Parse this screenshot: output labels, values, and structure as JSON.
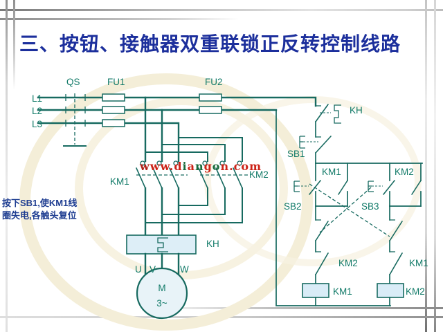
{
  "title": "三、按钮、接触器双重联锁正反转控制线路",
  "annotation": {
    "line1": "按下SB1,使KM1线",
    "line2": "圈失电,各触头复位"
  },
  "watermark": {
    "text": "www.diangon.com",
    "letters": [
      {
        "ch": "w",
        "color": "#b02018"
      },
      {
        "ch": "w",
        "color": "#cc2216"
      },
      {
        "ch": "w",
        "color": "#cc2216"
      },
      {
        "ch": ".",
        "color": "#cc2216"
      },
      {
        "ch": "d",
        "color": "#cc2216"
      },
      {
        "ch": "i",
        "color": "#1a6a3a"
      },
      {
        "ch": "a",
        "color": "#cc2216"
      },
      {
        "ch": "n",
        "color": "#1a6a3a"
      },
      {
        "ch": "g",
        "color": "#cc2216"
      },
      {
        "ch": "o",
        "color": "#1a6a3a"
      },
      {
        "ch": "n",
        "color": "#cc2216"
      },
      {
        "ch": ".",
        "color": "#cc2216"
      },
      {
        "ch": "c",
        "color": "#cc2216"
      },
      {
        "ch": "o",
        "color": "#cc2216"
      },
      {
        "ch": "m",
        "color": "#cc2216"
      }
    ]
  },
  "colors": {
    "line": "#176a60",
    "label": "#117a68",
    "title_blue": "#1c2f9c",
    "annotation_blue": "#1e3d91",
    "coil_fill": "#d9ecf7",
    "relay_fill": "#ddeef7",
    "motor_fill": "#e8f3f8",
    "watermark_red": "#cc2216",
    "watermark_green": "#1a6a3a",
    "swirl_yellow": "#f4eed8"
  },
  "power": {
    "qs": "QS",
    "fu1": "FU1",
    "fu2": "FU2",
    "l1": "L1",
    "l2": "L2",
    "l3": "L3",
    "km1": "KM1",
    "km2": "KM2",
    "kh": "KH",
    "terminal_u": "U",
    "terminal_v": "V",
    "terminal_w": "W",
    "motor_letter": "M",
    "motor_phase": "3~"
  },
  "control": {
    "kh": "KH",
    "sb1": "SB1",
    "km1_branch": "KM1",
    "km2_branch": "KM2",
    "sb2": "SB2",
    "sb3": "SB3",
    "km2_interlock": "KM2",
    "km1_interlock": "KM1",
    "km1_coil": "KM1",
    "km2_coil": "KM2"
  }
}
